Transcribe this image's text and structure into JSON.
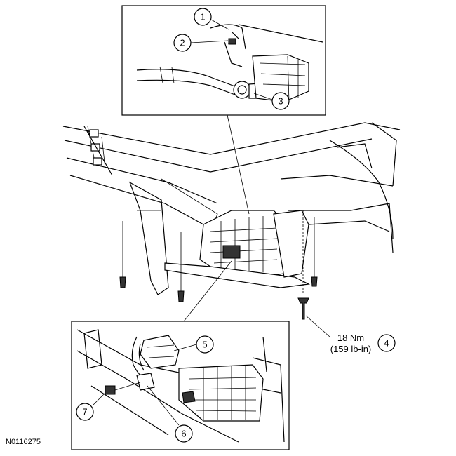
{
  "figure_id": "N0116275",
  "callouts": {
    "c1": "1",
    "c2": "2",
    "c3": "3",
    "c4": "4",
    "c5": "5",
    "c6": "6",
    "c7": "7"
  },
  "torque": {
    "metric": "18 Nm",
    "imperial": "(159 lb-in)"
  }
}
